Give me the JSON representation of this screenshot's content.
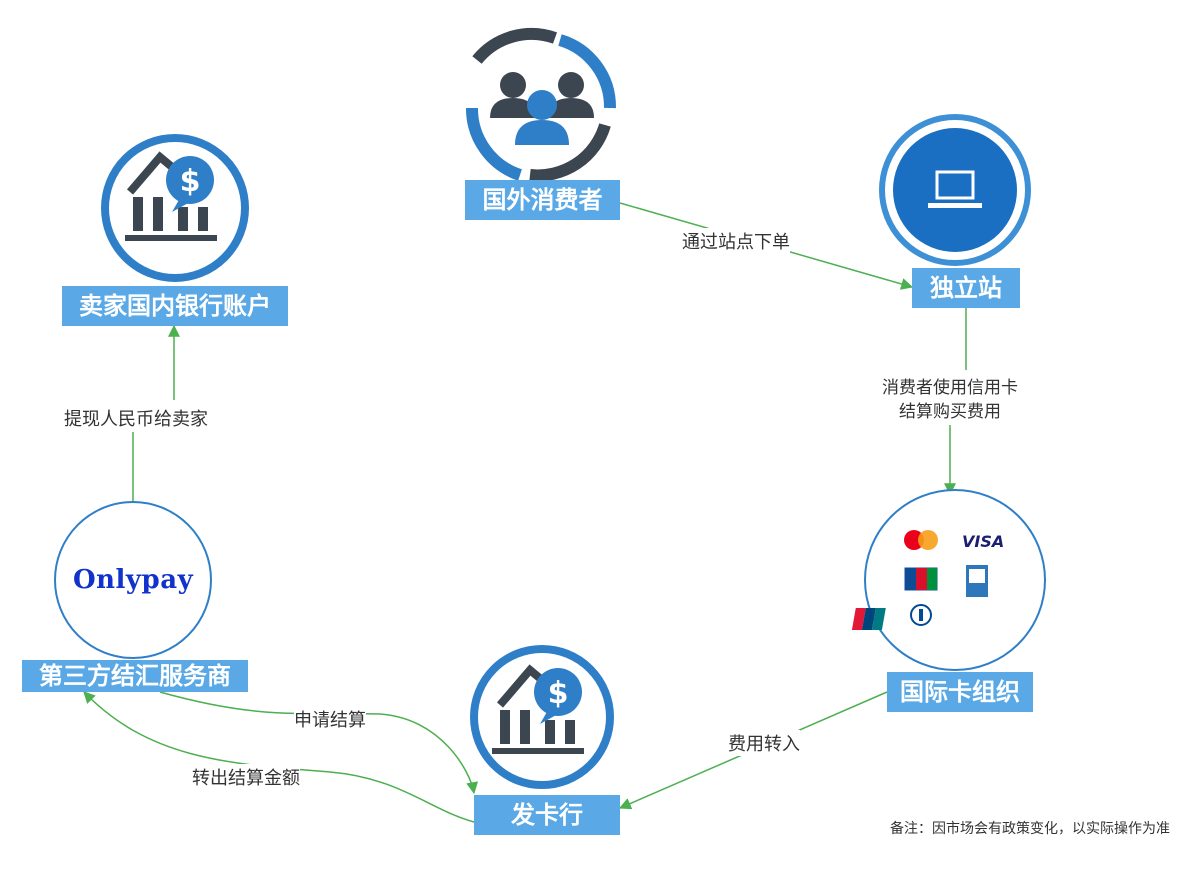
{
  "nodes": {
    "consumer": "国外消费者",
    "site": "独立站",
    "card_org": "国际卡组织",
    "issuer": "发卡行",
    "third_party": "第三方结汇服务商",
    "seller_bank": "卖家国内银行账户"
  },
  "edges": {
    "order": "通过站点下单",
    "pay_line1": "消费者使用信用卡",
    "pay_line2": "结算购买费用",
    "transfer": "费用转入",
    "apply": "申请结算",
    "payout": "转出结算金额",
    "withdraw": "提现人民币给卖家"
  },
  "logos": {
    "onlypay": "Onlypay",
    "mastercard": "MasterCard",
    "visa": "VISA",
    "jcb": "JCB",
    "amex": "AMEX",
    "diners": "Diners Club",
    "unionpay": "UnionPay"
  },
  "note": "备注：因市场会有政策变化，以实际操作为准",
  "colors": {
    "label_bg": "#5aa9e6",
    "edge": "#4caf50",
    "icon_dark": "#3c4650",
    "icon_blue": "#2f7fc8"
  }
}
